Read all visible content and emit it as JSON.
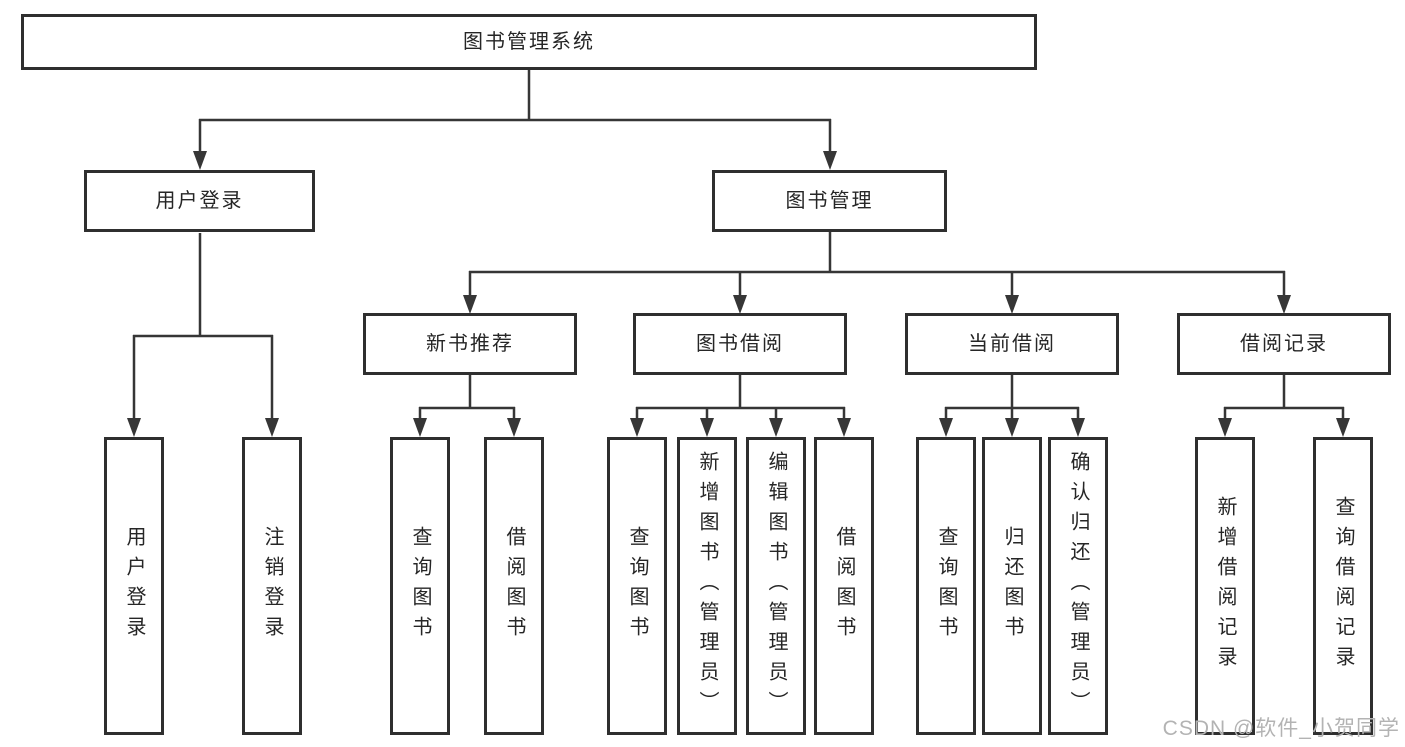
{
  "tree": {
    "label": "图书管理系统",
    "children": [
      {
        "label": "用户登录",
        "children": [
          {
            "label": "用户登录"
          },
          {
            "label": "注销登录"
          }
        ]
      },
      {
        "label": "图书管理",
        "children": [
          {
            "label": "新书推荐",
            "children": [
              {
                "label": "查询图书"
              },
              {
                "label": "借阅图书"
              }
            ]
          },
          {
            "label": "图书借阅",
            "children": [
              {
                "label": "查询图书"
              },
              {
                "label": "新增图书（管理员）"
              },
              {
                "label": "编辑图书（管理员）"
              },
              {
                "label": "借阅图书"
              }
            ]
          },
          {
            "label": "当前借阅",
            "children": [
              {
                "label": "查询图书"
              },
              {
                "label": "归还图书"
              },
              {
                "label": "确认归还（管理员）"
              }
            ]
          },
          {
            "label": "借阅记录",
            "children": [
              {
                "label": "新增借阅记录"
              },
              {
                "label": "查询借阅记录"
              }
            ]
          }
        ]
      }
    ]
  },
  "watermark": {
    "text": "CSDN @软件_小贺同学"
  },
  "colors": {
    "line": "#363636",
    "box_border": "#2f2f2f",
    "text": "#262626",
    "watermark": "#b3b3b3",
    "background": "#ffffff"
  }
}
